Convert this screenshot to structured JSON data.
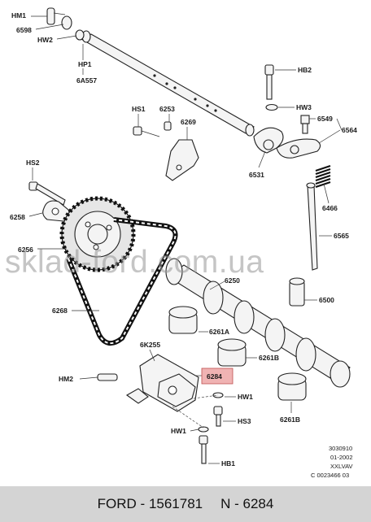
{
  "labels": {
    "hm1": "HM1",
    "l6598": "6598",
    "hw2": "HW2",
    "hp1": "HP1",
    "l6a557": "6A557",
    "hb2": "HB2",
    "hw3": "HW3",
    "l6549": "6549",
    "l6564": "6564",
    "hs1": "HS1",
    "l6253": "6253",
    "l6269": "6269",
    "l6531": "6531",
    "hs2": "HS2",
    "l6258": "6258",
    "l6466": "6466",
    "l6256": "6256",
    "l6565": "6565",
    "l6250": "6250",
    "l6500": "6500",
    "l6268": "6268",
    "l6261a": "6261A",
    "l6k255": "6K255",
    "l6261b_1": "6261B",
    "hm2": "HM2",
    "l6284": "6284",
    "hw1_right": "HW1",
    "hs3": "HS3",
    "hw1_left": "HW1",
    "l6261b_2": "6261B",
    "hb1": "HB1"
  },
  "reference_block": [
    "3030910",
    "01-2002",
    "XXLVAV",
    "C 0023466 03"
  ],
  "watermark": "sklad-ford.com.ua",
  "footer": {
    "brand_part": "FORD - 1561781",
    "ref": "N - 6284"
  },
  "highlight": {
    "part": "6284",
    "color": "#e88a8a"
  }
}
